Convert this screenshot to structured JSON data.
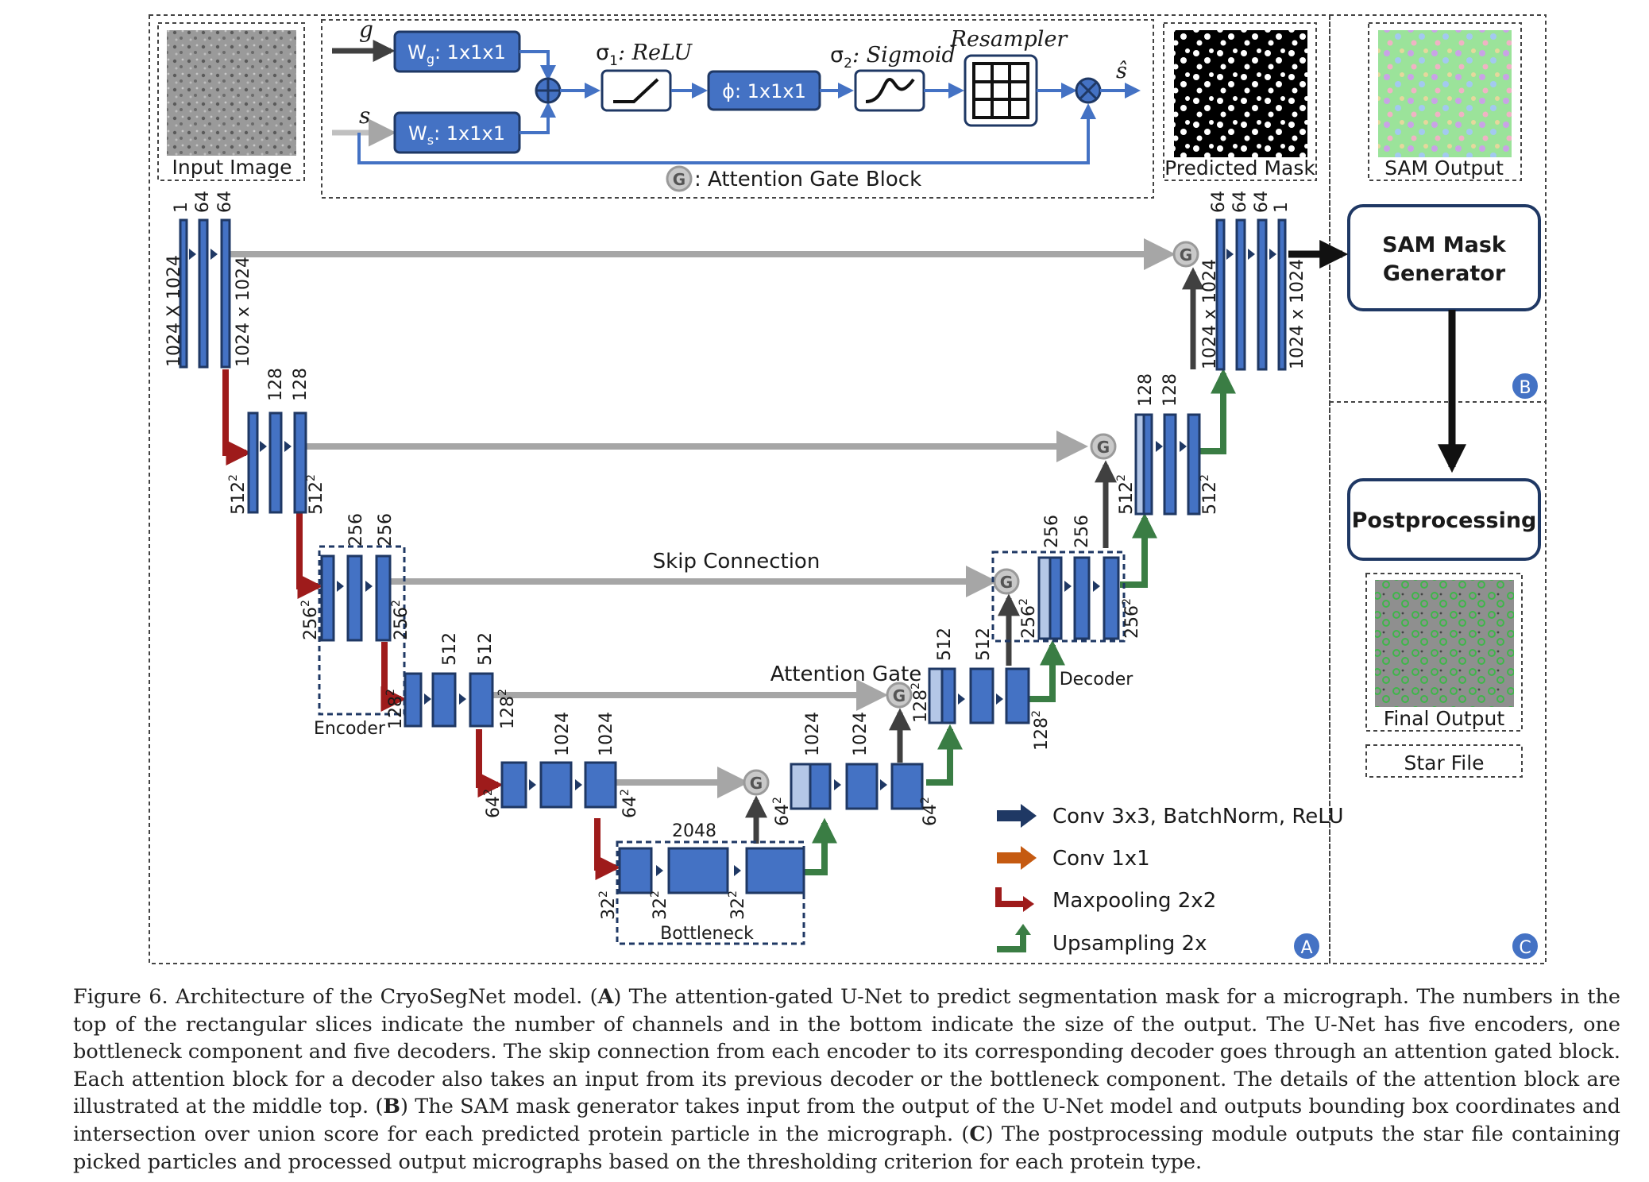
{
  "attention": {
    "g": "g",
    "s": "s",
    "wg": "W",
    "wg_sub": "g",
    "wg_suffix": ": 1x1x1",
    "ws": "W",
    "ws_sub": "s",
    "ws_suffix": ": 1x1x1",
    "sigma1": "σ",
    "sigma1_sub": "1",
    "sigma1_name": ": ReLU",
    "phi": "ϕ: 1x1x1",
    "sigma2": "σ",
    "sigma2_sub": "2",
    "sigma2_name": ": Sigmoid",
    "resampler": "Resampler",
    "shat": "ŝ",
    "gate_symbol": "G",
    "gate_label": ": Attention Gate Block"
  },
  "panels": {
    "input_image": "Input Image",
    "predicted_mask": "Predicted Mask",
    "sam_output": "SAM Output",
    "final_output": "Final Output",
    "star_file": "Star File",
    "sam_mask_generator_1": "SAM Mask",
    "sam_mask_generator_2": "Generator",
    "postprocessing": "Postprocessing",
    "badge_a": "A",
    "badge_b": "B",
    "badge_c": "C"
  },
  "unet": {
    "skip_connection": "Skip Connection",
    "attention_gate": "Attention Gate",
    "encoder": "Encoder",
    "decoder": "Decoder",
    "bottleneck": "Bottleneck",
    "bottleneck_channels": "2048",
    "gate": "G",
    "enc1": {
      "channels": [
        "1",
        "64",
        "64"
      ],
      "size_left": "1024 X 1024",
      "size_right": "1024 x 1024"
    },
    "enc2": {
      "channels": [
        "128",
        "128"
      ],
      "size": "512"
    },
    "enc3": {
      "channels": [
        "256",
        "256"
      ],
      "size": "256"
    },
    "enc4": {
      "channels": [
        "512",
        "512"
      ],
      "size": "128"
    },
    "enc5": {
      "channels": [
        "1024",
        "1024"
      ],
      "size": "64"
    },
    "bott": {
      "size": "32"
    },
    "dec5": {
      "channels": [
        "1024",
        "1024"
      ],
      "size": "64"
    },
    "dec4": {
      "channels": [
        "512",
        "512"
      ],
      "size": "128"
    },
    "dec3": {
      "channels": [
        "256",
        "256"
      ],
      "size": "256"
    },
    "dec2": {
      "channels": [
        "128",
        "128"
      ],
      "size": "512"
    },
    "dec1": {
      "channels": [
        "64",
        "64",
        "64",
        "1"
      ],
      "size_left": "1024 x 1024",
      "size_right": "1024 x 1024"
    },
    "sq": "2"
  },
  "legend": [
    {
      "label": "Conv 3x3, BatchNorm, ReLU",
      "color": "#1f3864"
    },
    {
      "label": "Conv 1x1",
      "color": "#c55a11"
    },
    {
      "label": "Maxpooling 2x2",
      "color": "#9e1b1b"
    },
    {
      "label": "Upsampling 2x",
      "color": "#3a7d44"
    }
  ],
  "colors": {
    "block": "#4472c4",
    "block_light": "#b4c7e7",
    "block_border": "#1f3864",
    "skip": "#a6a6a6",
    "maxpool": "#9e1b1b",
    "upsample": "#3a7d44"
  },
  "caption": {
    "lead": "Figure 6. Architecture of the CryoSegNet model. (",
    "a": "A",
    "t1": ") The attention-gated U-Net to predict segmentation mask for a micrograph. The numbers in the top of the rectangular slices indicate the number of channels and in the bottom indicate the size of the output. The U-Net has five encoders, one bottleneck component and five decoders. The skip connection from each encoder to its corresponding decoder goes through an attention gated block. Each attention block for a decoder also takes an input from its previous decoder or the bottleneck component. The details of the attention block are illustrated at the middle top. (",
    "b": "B",
    "t2": ") The SAM mask generator takes input from the output of the U-Net model and outputs bounding box coordinates and intersection over union score for each predicted protein particle in the micrograph. (",
    "c": "C",
    "t3": ") The postprocessing module outputs the star file containing picked particles and processed output micrographs based on the thresholding criterion for each protein type."
  }
}
